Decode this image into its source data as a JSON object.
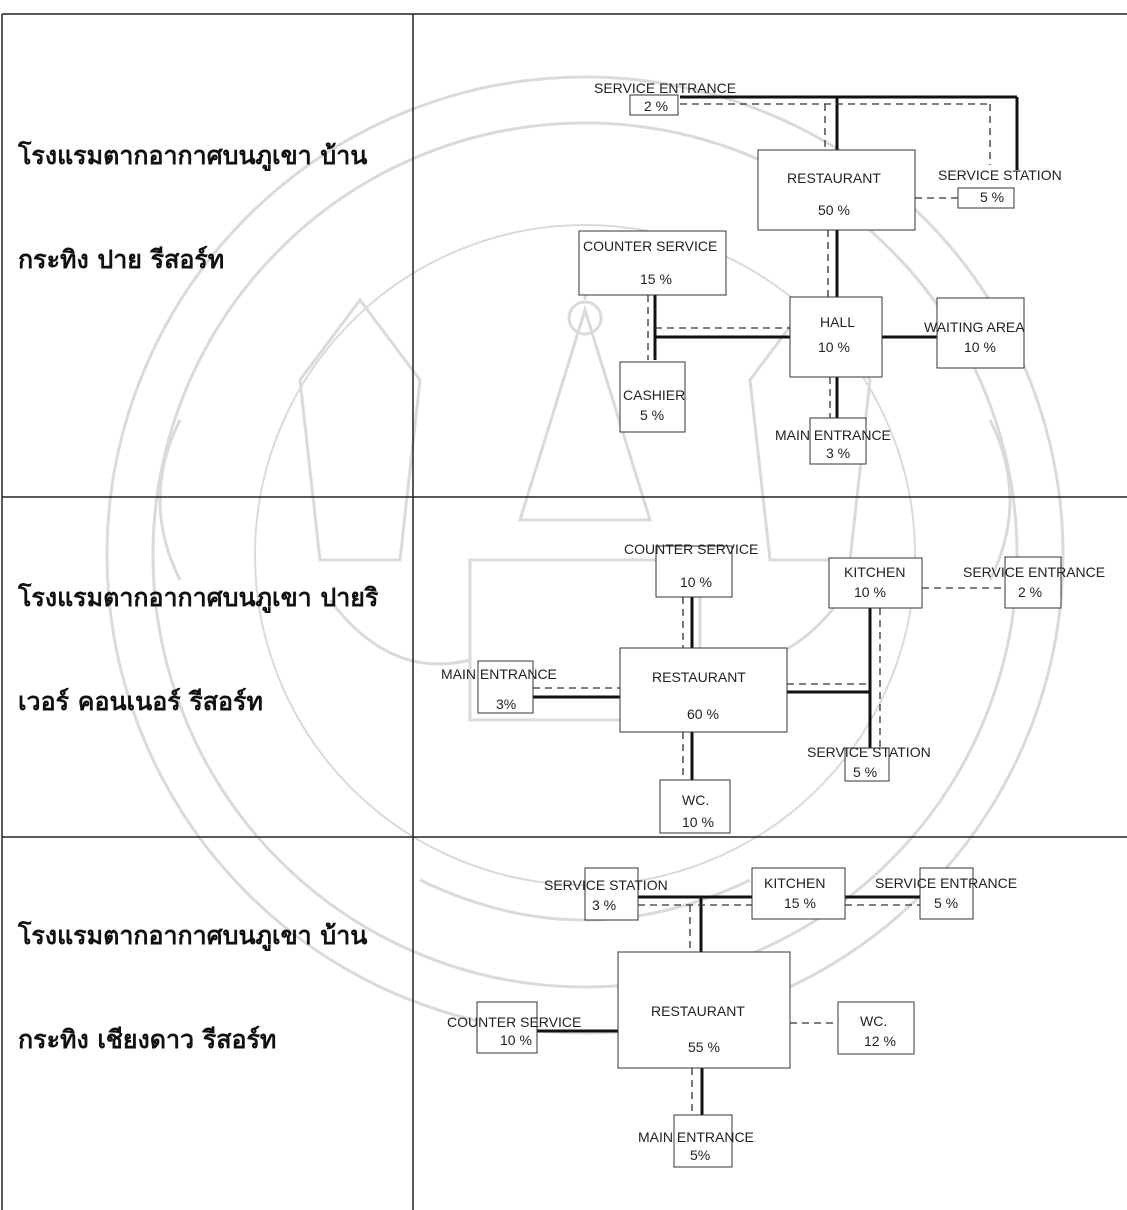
{
  "rows": [
    {
      "name": "โรงแรมตากอากาศบนภูเขา บ้านกระทิง ปาย รีสอร์ท",
      "line1": "โรงแรมตากอากาศบนภูเขา บ้าน",
      "line2": "กระทิง ปาย รีสอร์ท",
      "nodes": [
        {
          "id": "service_entrance",
          "label": "SERVICE ENTRANCE",
          "pct": "2 %"
        },
        {
          "id": "restaurant",
          "label": "RESTAURANT",
          "pct": "50 %"
        },
        {
          "id": "service_station",
          "label": "SERVICE STATION",
          "pct": "5 %"
        },
        {
          "id": "counter_service",
          "label": "COUNTER SERVICE",
          "pct": "15 %"
        },
        {
          "id": "hall",
          "label": "HALL",
          "pct": "10 %"
        },
        {
          "id": "waiting_area",
          "label": "WAITING AREA",
          "pct": "10 %"
        },
        {
          "id": "cashier",
          "label": "CASHIER",
          "pct": "5 %"
        },
        {
          "id": "main_entrance",
          "label": "MAIN ENTRANCE",
          "pct": "3 %"
        }
      ]
    },
    {
      "name": "โรงแรมตากอากาศบนภูเขา ปายริเวอร์ คอนเนอร์ รีสอร์ท",
      "line1": "โรงแรมตากอากาศบนภูเขา ปายริ",
      "line2": "เวอร์ คอนเนอร์  รีสอร์ท",
      "nodes": [
        {
          "id": "counter_service",
          "label": "COUNTER SERVICE",
          "pct": "10 %"
        },
        {
          "id": "kitchen",
          "label": "KITCHEN",
          "pct": "10 %"
        },
        {
          "id": "service_entrance",
          "label": "SERVICE ENTRANCE",
          "pct": "2 %"
        },
        {
          "id": "main_entrance",
          "label": "MAIN ENTRANCE",
          "pct": "3%"
        },
        {
          "id": "restaurant",
          "label": "RESTAURANT",
          "pct": "60 %"
        },
        {
          "id": "service_station",
          "label": "SERVICE STATION",
          "pct": "5 %"
        },
        {
          "id": "wc",
          "label": "WC.",
          "pct": "10 %"
        }
      ]
    },
    {
      "name": "โรงแรมตากอากาศบนภูเขา บ้านกระทิง เชียงดาว รีสอร์ท",
      "line1": "โรงแรมตากอากาศบนภูเขา บ้าน",
      "line2": "กระทิง เชียงดาว รีสอร์ท",
      "nodes": [
        {
          "id": "service_station",
          "label": "SERVICE STATION",
          "pct": "3 %"
        },
        {
          "id": "kitchen",
          "label": "KITCHEN",
          "pct": "15 %"
        },
        {
          "id": "service_entrance",
          "label": "SERVICE ENTRANCE",
          "pct": "5 %"
        },
        {
          "id": "counter_service",
          "label": "COUNTER SERVICE",
          "pct": "10 %"
        },
        {
          "id": "restaurant",
          "label": "RESTAURANT",
          "pct": "55 %"
        },
        {
          "id": "wc",
          "label": "WC.",
          "pct": "12 %"
        },
        {
          "id": "main_entrance",
          "label": "MAIN ENTRANCE",
          "pct": "5%"
        }
      ]
    }
  ],
  "colors": {
    "line": "#111111",
    "dashed": "#333333",
    "box": "#333333",
    "watermark": "#b3b3b3",
    "grid": "#222222"
  }
}
